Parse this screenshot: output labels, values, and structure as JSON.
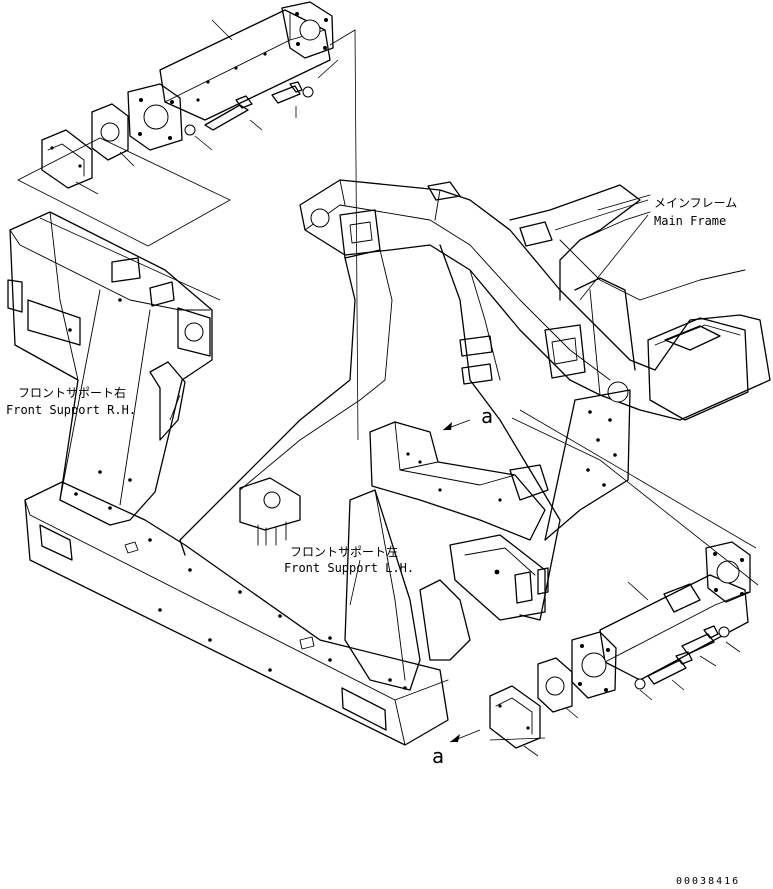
{
  "labels": {
    "main_frame_jp": "メインフレーム",
    "main_frame_en": "Main Frame",
    "front_support_rh_jp": "フロントサポート右",
    "front_support_rh_en": "Front Support R.H.",
    "front_support_lh_jp": "フロントサポート左",
    "front_support_lh_en": "Front Support L.H.",
    "view_ref_a": "a",
    "view_ref_a_2": "a",
    "drawing_number": "00038416"
  }
}
